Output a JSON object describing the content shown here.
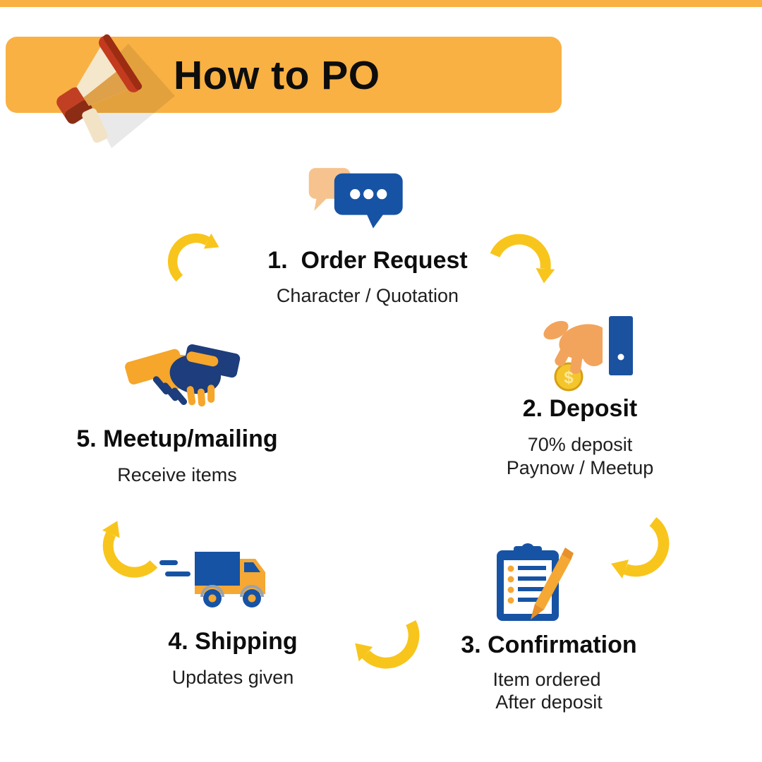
{
  "header": {
    "title": "How to PO"
  },
  "icons": {
    "coin_symbol": "$"
  },
  "steps": [
    {
      "num": 1,
      "title": "1.  Order Request",
      "lines": [
        "Character / Quotation"
      ]
    },
    {
      "num": 2,
      "title": "2. Deposit",
      "lines": [
        "70% deposit",
        "Paynow / Meetup"
      ]
    },
    {
      "num": 3,
      "title": "3. Confirmation",
      "lines": [
        "Item ordered",
        "After deposit"
      ]
    },
    {
      "num": 4,
      "title": "4. Shipping",
      "lines": [
        "Updates given"
      ]
    },
    {
      "num": 5,
      "title": "5. Meetup/mailing",
      "lines": [
        "Receive items"
      ]
    }
  ],
  "colors": {
    "header_orange": "#F9B143",
    "arrow_yellow": "#F8C51C",
    "icon_blue": "#1653A4",
    "icon_navy": "#1D3D7C",
    "icon_orange": "#F5A833",
    "skin_orange": "#F2A45C",
    "bubble_peach": "#F6C38E",
    "coin_gold": "#F4C62B",
    "megaphone_red": "#C43A1F",
    "text_black": "#0d0d0d"
  }
}
